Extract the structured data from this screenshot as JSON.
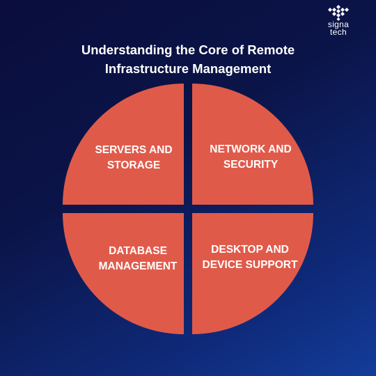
{
  "logo": {
    "line1": "signa",
    "line2": "tech"
  },
  "title": {
    "line1": "Understanding the Core of Remote",
    "line2": "Infrastructure Management"
  },
  "quadrants": [
    {
      "line1": "SERVERS AND",
      "line2": "STORAGE"
    },
    {
      "line1": "NETWORK AND",
      "line2": "SECURITY"
    },
    {
      "line1": "DATABASE",
      "line2": "MANAGEMENT"
    },
    {
      "line1": "DESKTOP AND",
      "line2": "DEVICE SUPPORT"
    }
  ],
  "colors": {
    "background_top": "#0a0d3d",
    "background_bottom": "#133d9a",
    "quadrant_fill": "#e05a4a",
    "text": "#ffffff"
  }
}
